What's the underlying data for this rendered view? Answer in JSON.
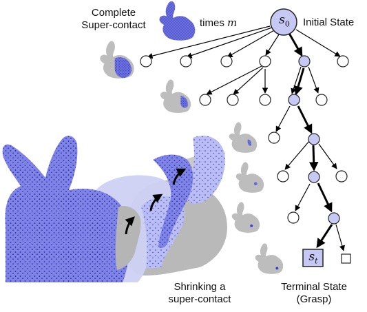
{
  "labels": {
    "complete_line1": "Complete",
    "complete_line2": "Super-contact",
    "times_prefix": "times ",
    "times_var": "m",
    "root_symbol": "s",
    "root_sub": "0",
    "initial_state": "Initial State",
    "terminal_symbol": "s",
    "terminal_sub": "t",
    "terminal_line1": "Terminal State",
    "terminal_line2": "(Grasp)",
    "shrinking_line1": "Shrinking a",
    "shrinking_line2": "super-contact"
  },
  "colors": {
    "node_fill": "#c7c9f4",
    "node_stroke": "#222222",
    "contact_points": "#2b2fd6",
    "bunny_gray": "#b9b9b9",
    "bunny_blue": "#8f93e6",
    "highlight_light": "#b8bdf0",
    "edge": "#000000"
  },
  "tree": {
    "root": "s_0",
    "children_of_root": 6,
    "selected_path_depth": 7,
    "terminal": "s_t",
    "leaf_terminal_shape": "square"
  }
}
